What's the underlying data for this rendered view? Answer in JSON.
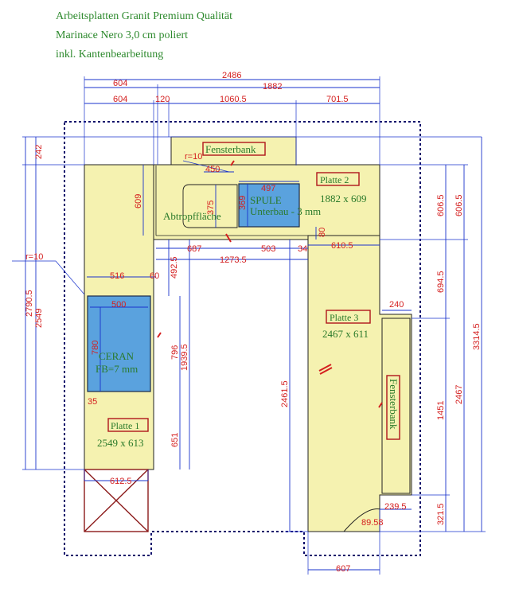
{
  "header": {
    "line1": "Arbeitsplatten Granit Premium Qualität",
    "line2": "Marinace Nero 3,0 cm poliert",
    "line3": "inkl. Kantenbearbeitung"
  },
  "colors": {
    "slab": "#f5f2b0",
    "sink": "#5aa2de",
    "dimension": "#d41f1f",
    "label": "#2a7a2a",
    "dimline": "#1a33cc",
    "outline": "#0a0a6a"
  },
  "labels": {
    "fensterbank_top": "Fensterbank",
    "fensterbank_right": "Fensterbank",
    "abtropf": "Abtropffläche",
    "spule": "SPULE",
    "unterbau": "Unterbau - 3 mm",
    "ceran": "CERAN",
    "fb": "FB=7 mm",
    "r_top": "r=10",
    "r_left": "r=10"
  },
  "plates": [
    {
      "title": "Platte 1",
      "size": "2549 x 613"
    },
    {
      "title": "Platte 2",
      "size": "1882 x 609"
    },
    {
      "title": "Platte 3",
      "size": "2467 x 611"
    }
  ],
  "dims": {
    "d2486": "2486",
    "d604a": "604",
    "d1882": "1882",
    "d604b": "604",
    "d120": "120",
    "d1060": "1060.5",
    "d701": "701.5",
    "d242": "242",
    "d450": "450",
    "d497": "497",
    "d609": "609",
    "d375": "375",
    "d369": "369",
    "d80": "80",
    "d6065a": "606.5",
    "d6065b": "606.5",
    "d687": "687",
    "d503": "503",
    "d1273": "1273.5",
    "d34": "34",
    "d6105": "610.5",
    "d516": "516",
    "d60": "60",
    "d4925": "492.5",
    "d500": "500",
    "d780": "780",
    "d796": "796",
    "d19395": "1939.5",
    "d6945": "694.5",
    "d240": "240",
    "d27905": "2790.5",
    "d2549": "2549",
    "d24615": "2461.5",
    "d1451": "1451",
    "d2467": "2467",
    "d33145": "3314.5",
    "d35": "35",
    "d651": "651",
    "d6125": "612.5",
    "d2395": "239.5",
    "d3215": "321.5",
    "d8958": "89.58",
    "d607": "607"
  }
}
